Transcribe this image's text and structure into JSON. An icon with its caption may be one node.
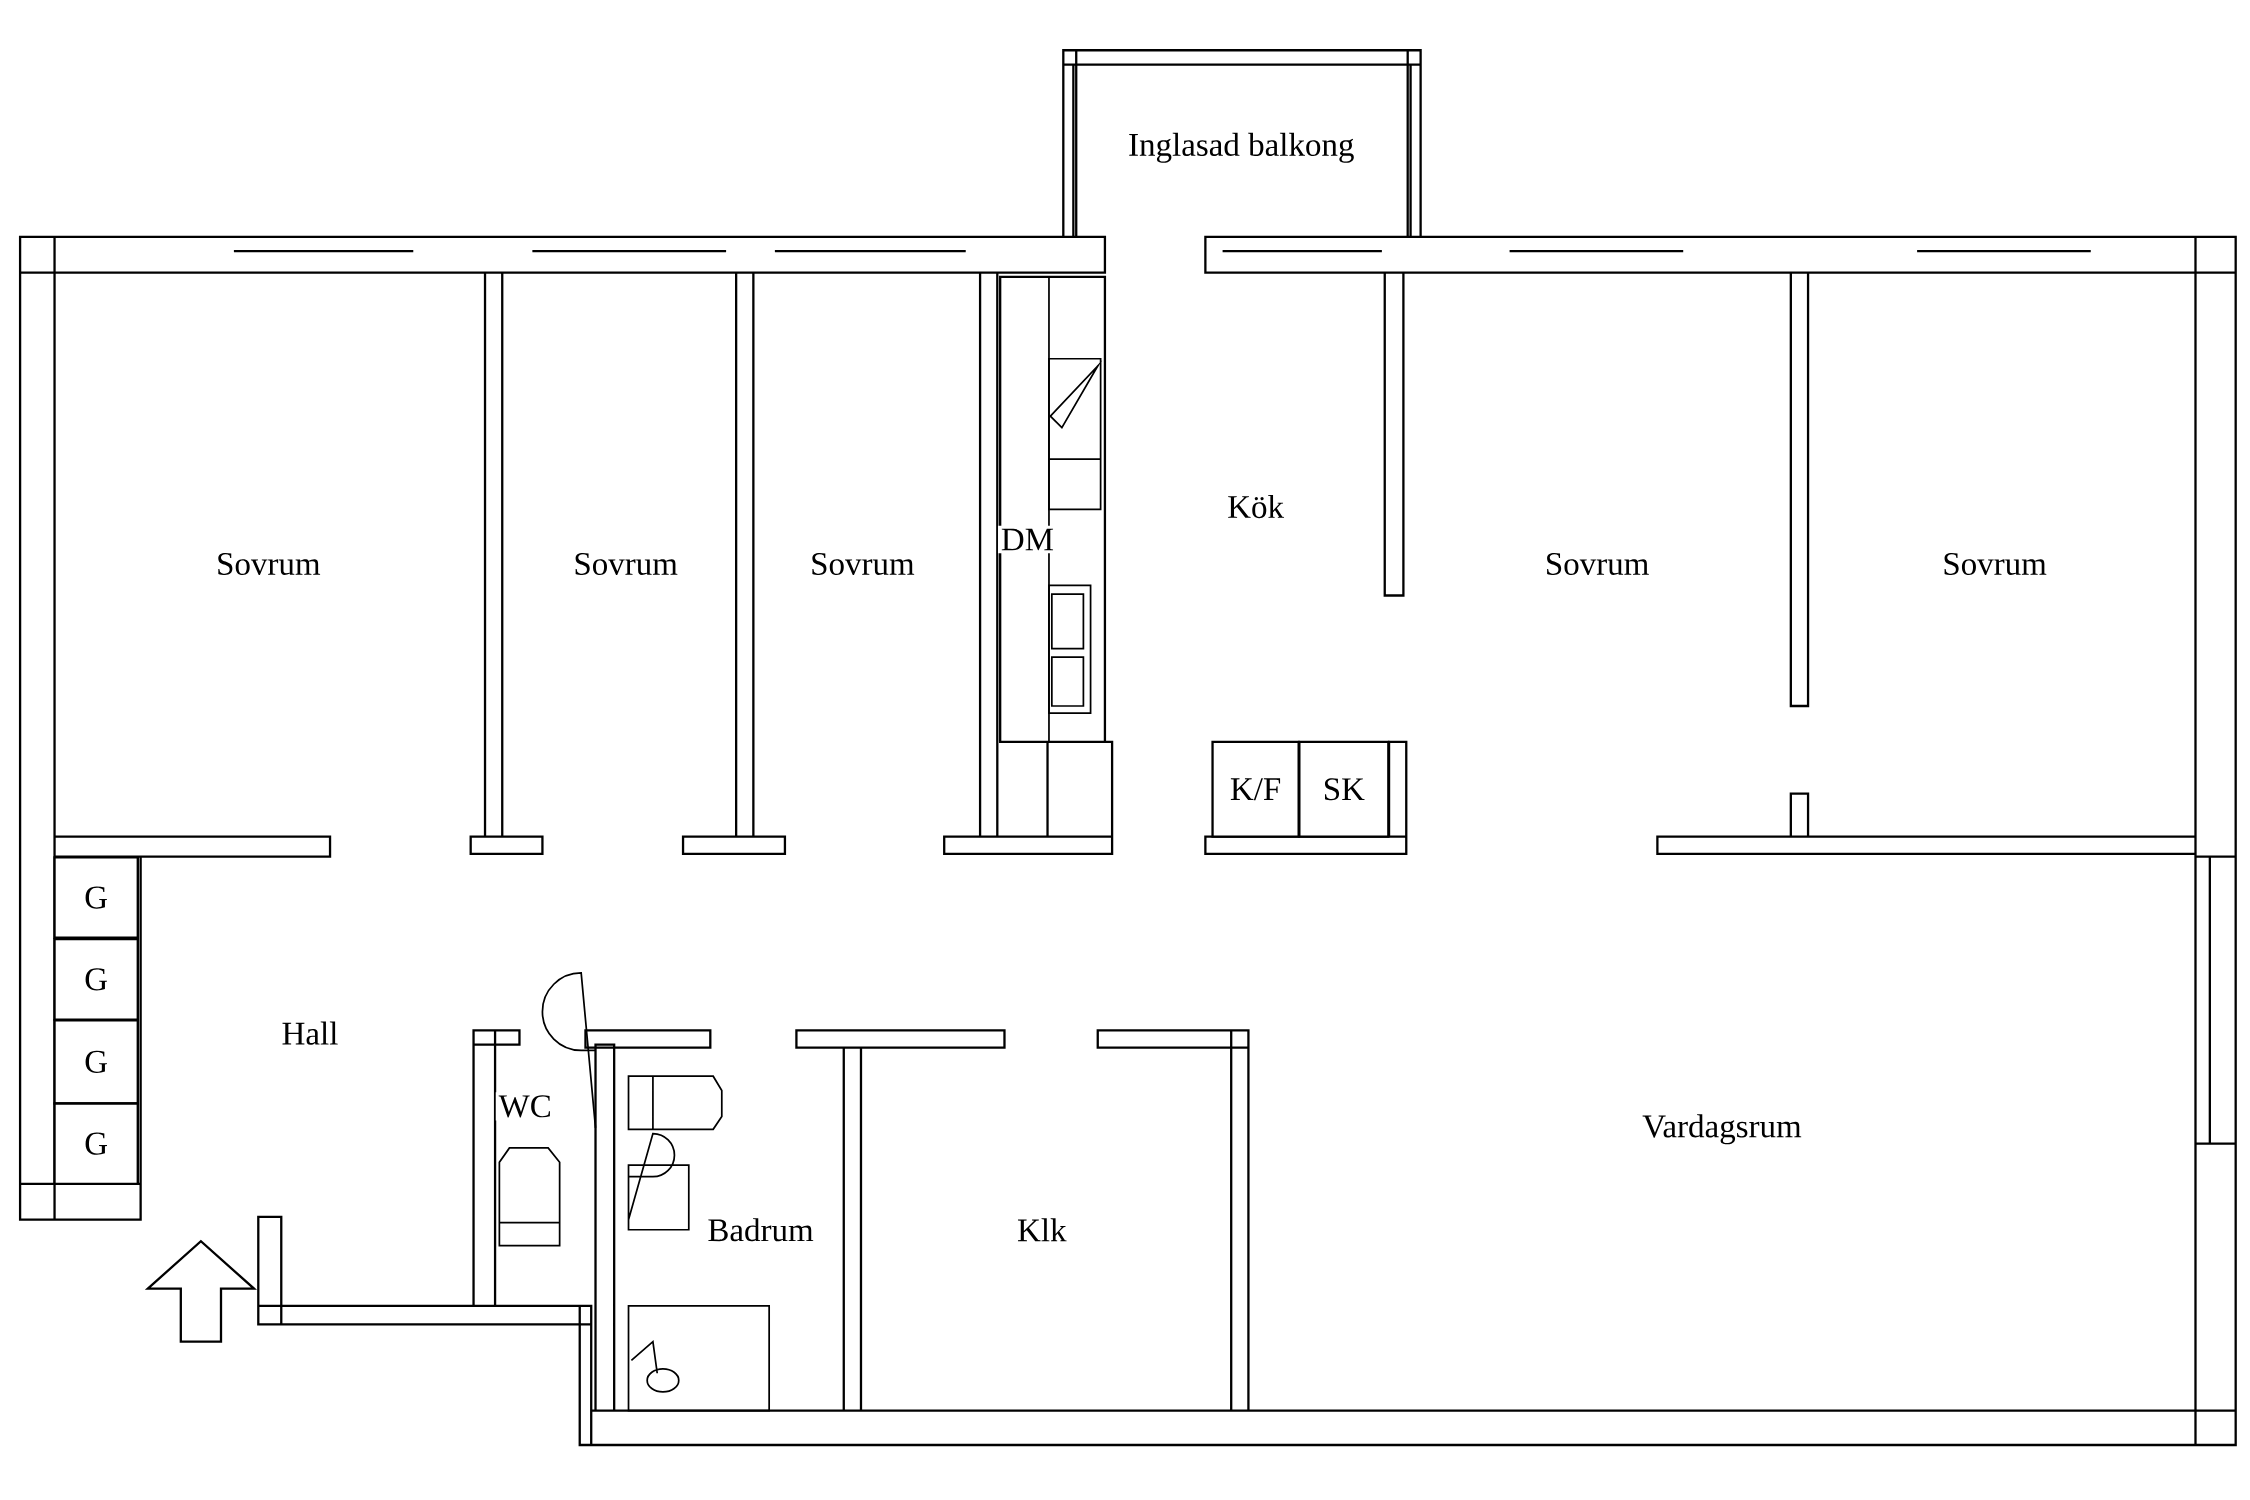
{
  "diagram": {
    "nodes": [
      {
        "text": [
          "G"
        ]
      },
      {
        "text": [
          "G"
        ]
      },
      {
        "text": [
          "G"
        ]
      },
      {
        "text": [
          "G"
        ]
      },
      {
        "text": [
          "K/F"
        ]
      },
      {
        "text": [
          "SK"
        ]
      }
    ],
    "labels": [
      "Inglasad balkong",
      "Kök",
      "Sovrum",
      "Sovrum",
      "Sovrum",
      "DM",
      "Sovrum",
      "Sovrum",
      "Hall",
      "WC",
      "Vardagsrum",
      "Badrum",
      "Klk"
    ]
  }
}
